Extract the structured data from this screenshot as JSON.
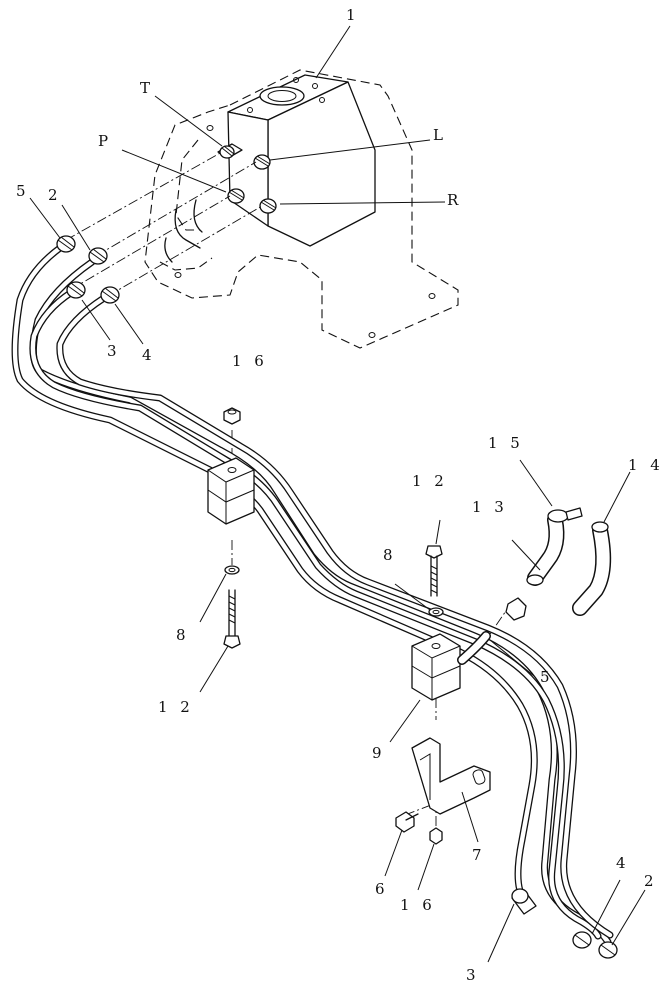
{
  "diagram": {
    "callouts": {
      "c1": "1",
      "cT": "T",
      "cP": "P",
      "cL": "L",
      "cR": "R",
      "c5a": "5",
      "c2a": "2",
      "c3a": "3",
      "c4a": "4",
      "c16a": "1 6",
      "c12a": "1 2",
      "c8a": "8",
      "c8b": "8",
      "c12b": "1 2",
      "c15": "1 5",
      "c14": "1 4",
      "c13": "1 3",
      "c5b": "5",
      "c9": "9",
      "c7": "7",
      "c6": "6",
      "c16b": "1 6",
      "c4b": "4",
      "c2b": "2",
      "c3b": "3"
    }
  }
}
